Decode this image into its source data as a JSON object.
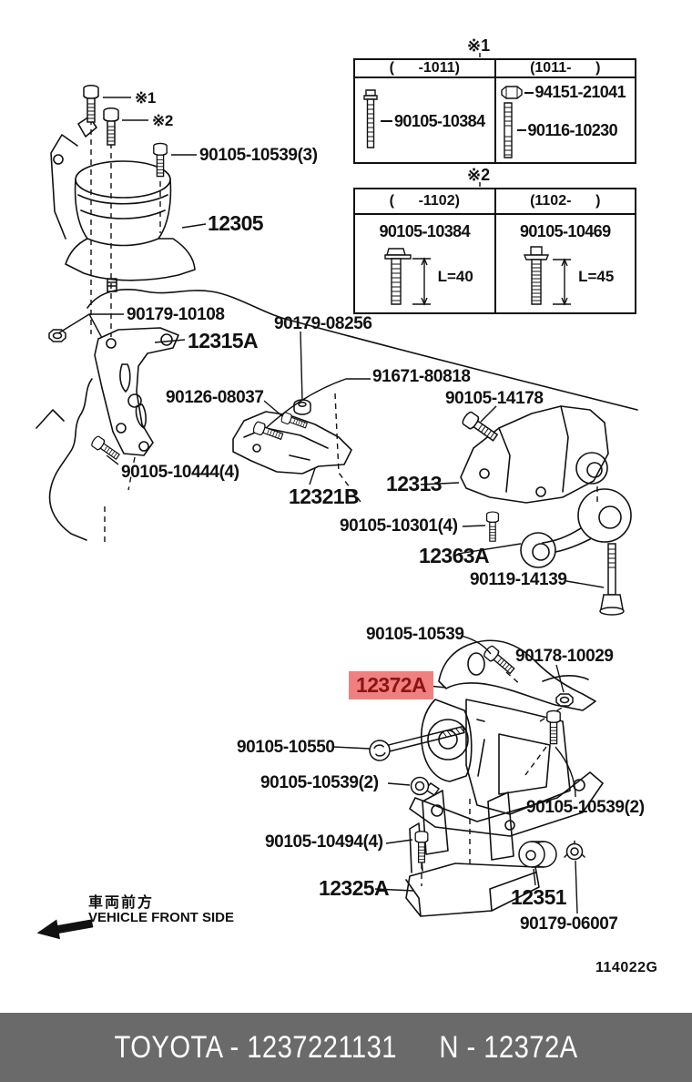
{
  "page": {
    "drawing_code": "114022G",
    "front_marker": {
      "jp": "車両前方",
      "en": "VEHICLE FRONT SIDE"
    },
    "footer": {
      "catalog_number": "TOYOTA - 1237221131",
      "part_ref": "N - 12372A"
    },
    "colors": {
      "line": "#111111",
      "highlight_bg": "#F08080",
      "highlight_text": "#8B1414",
      "footer_bg": "#6A6A6A",
      "footer_text": "#FFFFFF"
    },
    "icons": {
      "table1_left": "hex-bolt-icon",
      "table1_right_top": "nut-icon",
      "table1_right_bottom": "stud-bolt-icon",
      "table2": "flange-bolt-icon",
      "front": "block-arrow-left-icon"
    }
  },
  "tables": [
    {
      "marker": "※1",
      "col_left": "(      -1011)",
      "col_right": "(1011-      )",
      "left_part": "90105-10384",
      "right_part_top": "94151-21041",
      "right_part_bottom": "90116-10230"
    },
    {
      "marker": "※2",
      "col_left": "(      -1102)",
      "col_right": "(1102-      )",
      "left_part": "90105-10384",
      "left_dim": "L=40",
      "right_part": "90105-10469",
      "right_dim": "L=45"
    }
  ],
  "callouts": {
    "ref1": "※1",
    "ref2": "※2",
    "b90105_10539_3": "90105-10539(3)",
    "p12305": "12305",
    "b90179_10108": "90179-10108",
    "p12315a": "12315A",
    "b90179_08256": "90179-08256",
    "b90126_08037": "90126-08037",
    "b91671_80818": "91671-80818",
    "b90105_14178": "90105-14178",
    "p12313": "12313",
    "p12321b": "12321B",
    "b90105_10444_4": "90105-10444(4)",
    "b90105_10301_4": "90105-10301(4)",
    "p12363a": "12363A",
    "b90119_14139": "90119-14139",
    "b90105_10539": "90105-10539",
    "b90178_10029": "90178-10029",
    "p12372a": "12372A",
    "b90105_10550": "90105-10550",
    "b90105_10539_2_left": "90105-10539(2)",
    "b90105_10539_2_right": "90105-10539(2)",
    "b90105_10494_4": "90105-10494(4)",
    "p12325a": "12325A",
    "p12351": "12351",
    "b90179_06007": "90179-06007"
  }
}
